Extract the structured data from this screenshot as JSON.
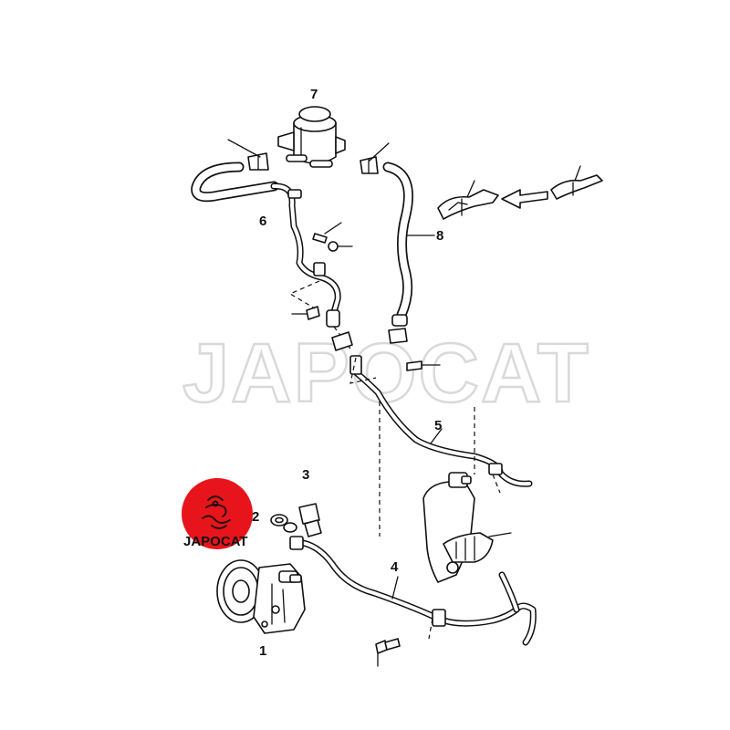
{
  "diagram": {
    "watermark": "JAPOCAT",
    "logo": {
      "text": "JAPOCAT",
      "color": "#e8141b"
    },
    "callouts": [
      {
        "id": "1",
        "label": "1"
      },
      {
        "id": "2",
        "label": "2"
      },
      {
        "id": "3",
        "label": "3"
      },
      {
        "id": "4",
        "label": "4"
      },
      {
        "id": "5",
        "label": "5"
      },
      {
        "id": "6",
        "label": "6"
      },
      {
        "id": "7",
        "label": "7"
      },
      {
        "id": "8",
        "label": "8"
      }
    ]
  }
}
